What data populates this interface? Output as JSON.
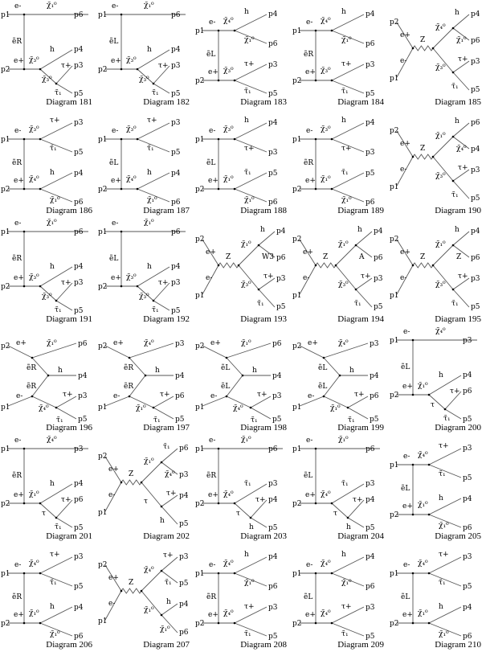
{
  "diagrams": [
    {
      "caption": "Diagram 181",
      "template": "tchan",
      "labels": [
        "p1",
        "e-",
        "χ̃₁⁰",
        "p6",
        "ẽR",
        "e+",
        "p2",
        "χ̃₃⁰",
        "h",
        "p4",
        "χ̃₃⁰",
        "τ+",
        "p3",
        "τ̃₁",
        "p5"
      ]
    },
    {
      "caption": "Diagram 182",
      "template": "tchan",
      "labels": [
        "p1",
        "e-",
        "χ̃₁⁰",
        "p6",
        "ẽL",
        "e+",
        "p2",
        "χ̃₃⁰",
        "h",
        "p4",
        "χ̃₃⁰",
        "τ+",
        "p3",
        "τ̃₁",
        "p5"
      ]
    },
    {
      "caption": "Diagram 183",
      "template": "double",
      "labels": [
        "p1",
        "e-",
        "χ̃₄⁰",
        "h",
        "p4",
        "χ̃₁⁰",
        "p6",
        "ẽL",
        "e+",
        "p2",
        "χ̃₃⁰",
        "τ+",
        "p3",
        "τ̃₁",
        "p5"
      ]
    },
    {
      "caption": "Diagram 184",
      "template": "double",
      "labels": [
        "p1",
        "e-",
        "χ̃₄⁰",
        "h",
        "p4",
        "χ̃₁⁰",
        "p6",
        "ẽR",
        "e+",
        "p2",
        "χ̃₃⁰",
        "τ+",
        "p3",
        "τ̃₁",
        "p5"
      ]
    },
    {
      "caption": "Diagram 185",
      "template": "schan",
      "labels": [
        "p2",
        "e+",
        "e-",
        "p1",
        "Z",
        "χ̃₄⁰",
        "h",
        "p4",
        "χ̃₁⁰",
        "p6",
        "χ̃₃⁰",
        "τ+",
        "p3",
        "τ̃₁",
        "p5"
      ]
    },
    {
      "caption": "Diagram 186",
      "template": "double",
      "labels": [
        "p1",
        "e-",
        "χ̃₃⁰",
        "τ+",
        "p3",
        "τ̃₁",
        "p5",
        "ẽR",
        "e+",
        "p2",
        "χ̃₄⁰",
        "h",
        "p4",
        "χ̃₁⁰",
        "p6"
      ]
    },
    {
      "caption": "Diagram 187",
      "template": "double",
      "labels": [
        "p1",
        "e-",
        "χ̃₃⁰",
        "τ+",
        "p3",
        "τ̃₁",
        "p5",
        "ẽL",
        "e+",
        "p2",
        "χ̃₄⁰",
        "h",
        "p4",
        "χ̃₁⁰",
        "p6"
      ]
    },
    {
      "caption": "Diagram 188",
      "template": "double",
      "labels": [
        "p1",
        "e-",
        "χ̃₃⁰",
        "h",
        "p4",
        "τ+",
        "p3",
        "ẽL",
        "e+",
        "p2",
        "χ̃₁⁰",
        "τ̃₁",
        "p5",
        "χ̃₁⁰",
        "p6"
      ]
    },
    {
      "caption": "Diagram 189",
      "template": "double",
      "labels": [
        "p1",
        "e-",
        "χ̃₃⁰",
        "h",
        "p4",
        "τ+",
        "p3",
        "ẽR",
        "e+",
        "p2",
        "χ̃₁⁰",
        "τ̃₁",
        "p5",
        "χ̃₁⁰",
        "p6"
      ]
    },
    {
      "caption": "Diagram 190",
      "template": "schan",
      "labels": [
        "p2",
        "e+",
        "e-",
        "p1",
        "Z",
        "χ̃₁⁰",
        "h",
        "p6",
        "χ̃₄⁰",
        "p4",
        "χ̃₃⁰",
        "τ+",
        "p3",
        "τ̃₁",
        "p5"
      ]
    },
    {
      "caption": "Diagram 191",
      "template": "tchan",
      "labels": [
        "p1",
        "e-",
        "χ̃₁⁰",
        "p6",
        "ẽR",
        "e+",
        "p2",
        "χ̃₃⁰",
        "h",
        "p4",
        "χ̃₃⁰",
        "τ+",
        "p3",
        "τ̃₁",
        "p5"
      ]
    },
    {
      "caption": "Diagram 192",
      "template": "tchan",
      "labels": [
        "p1",
        "e-",
        "χ̃₁⁰",
        "p6",
        "ẽL",
        "e+",
        "p2",
        "χ̃₃⁰",
        "h",
        "p4",
        "χ̃₃⁰",
        "τ+",
        "p3",
        "τ̃₁",
        "p5"
      ]
    },
    {
      "caption": "Diagram 193",
      "template": "schan",
      "labels": [
        "p2",
        "e+",
        "e-",
        "p1",
        "Z",
        "χ̃₁⁰",
        "h",
        "p4",
        "W3",
        "p6",
        "χ̃₃⁰",
        "τ+",
        "p3",
        "τ̃₁",
        "p5"
      ]
    },
    {
      "caption": "Diagram 194",
      "template": "schan",
      "labels": [
        "p2",
        "e+",
        "e-",
        "p1",
        "Z",
        "χ̃₁⁰",
        "h",
        "p4",
        "A",
        "p6",
        "χ̃₃⁰",
        "τ+",
        "p3",
        "τ̃₁",
        "p5"
      ]
    },
    {
      "caption": "Diagram 195",
      "template": "schan",
      "labels": [
        "p2",
        "e+",
        "e-",
        "p1",
        "Z",
        "χ̃₁⁰",
        "h",
        "p4",
        "Z",
        "p6",
        "χ̃₃⁰",
        "τ+",
        "p3",
        "τ̃₁",
        "p5"
      ]
    },
    {
      "caption": "Diagram 196",
      "template": "fan",
      "labels": [
        "p2",
        "e+",
        "χ̃₁⁰",
        "p6",
        "ẽR",
        "h",
        "p4",
        "ẽR",
        "e-",
        "p1",
        "χ̃₄⁰",
        "τ+",
        "p3",
        "τ̃₁",
        "p5"
      ]
    },
    {
      "caption": "Diagram 197",
      "template": "fan",
      "labels": [
        "p2",
        "e+",
        "χ̃₄⁰",
        "p3",
        "ẽR",
        "h",
        "p4",
        "ẽR",
        "e-",
        "p1",
        "χ̃₁⁰",
        "τ+",
        "p6",
        "τ̃₁",
        "p5"
      ]
    },
    {
      "caption": "Diagram 198",
      "template": "fan",
      "labels": [
        "p2",
        "e+",
        "χ̃₁⁰",
        "p6",
        "ẽL",
        "h",
        "p4",
        "ẽL",
        "e-",
        "p1",
        "χ̃₄⁰",
        "τ+",
        "p3",
        "τ̃₁",
        "p5"
      ]
    },
    {
      "caption": "Diagram 199",
      "template": "fan",
      "labels": [
        "p2",
        "e+",
        "χ̃₄⁰",
        "p3",
        "ẽL",
        "h",
        "p4",
        "ẽL",
        "e-",
        "p1",
        "χ̃₁⁰",
        "τ+",
        "p6",
        "τ̃₁",
        "p5"
      ]
    },
    {
      "caption": "Diagram 200",
      "template": "tchan",
      "labels": [
        "p1",
        "e-",
        "χ̃₄⁰",
        "p3",
        "ẽL",
        "e+",
        "p2",
        "χ̃₁⁰",
        "h",
        "p4",
        "τ",
        "τ+",
        "p6",
        "τ̃₁",
        "p5"
      ]
    },
    {
      "caption": "Diagram 201",
      "template": "tchan",
      "labels": [
        "p1",
        "e-",
        "χ̃₄⁰",
        "p3",
        "ẽR",
        "e+",
        "p2",
        "χ̃₁⁰",
        "h",
        "p4",
        "τ",
        "τ+",
        "p6",
        "τ̃₁",
        "p5"
      ]
    },
    {
      "caption": "Diagram 202",
      "template": "schan",
      "labels": [
        "p2",
        "e+",
        "e-",
        "p1",
        "Z",
        "χ̃₁⁰",
        "τ̃₁",
        "p6",
        "χ̃₄⁰",
        "p3",
        "τ",
        "τ+",
        "p4",
        "h",
        "p5"
      ]
    },
    {
      "caption": "Diagram 203",
      "template": "tchan",
      "labels": [
        "p1",
        "e-",
        "χ̃₁⁰",
        "p6",
        "ẽR",
        "e+",
        "p2",
        "χ̃₄⁰",
        "τ̃₁",
        "p3",
        "τ",
        "τ+",
        "p4",
        "h",
        "p5"
      ]
    },
    {
      "caption": "Diagram 204",
      "template": "tchan",
      "labels": [
        "p1",
        "e-",
        "χ̃₁⁰",
        "p6",
        "ẽL",
        "e+",
        "p2",
        "χ̃₄⁰",
        "τ̃₁",
        "p3",
        "τ",
        "τ+",
        "p4",
        "h",
        "p5"
      ]
    },
    {
      "caption": "Diagram 205",
      "template": "double",
      "labels": [
        "p1",
        "e-",
        "χ̃₄⁰",
        "τ+",
        "p3",
        "τ̃₁",
        "p5",
        "ẽL",
        "e+",
        "p2",
        "χ̃₁⁰",
        "h",
        "p4",
        "χ̃₁⁰",
        "p6"
      ]
    },
    {
      "caption": "Diagram 206",
      "template": "double",
      "labels": [
        "p1",
        "e-",
        "χ̃₄⁰",
        "τ+",
        "p3",
        "τ̃₁",
        "p5",
        "ẽR",
        "e+",
        "p2",
        "χ̃₁⁰",
        "h",
        "p4",
        "χ̃₁⁰",
        "p6"
      ]
    },
    {
      "caption": "Diagram 207",
      "template": "schan",
      "labels": [
        "p2",
        "e+",
        "e-",
        "p1",
        "Z",
        "χ̃₄⁰",
        "τ+",
        "p3",
        "τ̃₁",
        "p5",
        "χ̃₁⁰",
        "h",
        "p4",
        "χ̃₁⁰",
        "p6"
      ]
    },
    {
      "caption": "Diagram 208",
      "template": "double",
      "labels": [
        "p1",
        "e-",
        "χ̃₄⁰",
        "h",
        "p4",
        "χ̃₁⁰",
        "p6",
        "ẽR",
        "e+",
        "p2",
        "χ̃₄⁰",
        "τ+",
        "p3",
        "τ̃₁",
        "p5"
      ]
    },
    {
      "caption": "Diagram 209",
      "template": "double",
      "labels": [
        "p1",
        "e-",
        "χ̃₄⁰",
        "h",
        "p4",
        "χ̃₁⁰",
        "p6",
        "ẽL",
        "e+",
        "p2",
        "χ̃₄⁰",
        "τ+",
        "p3",
        "τ̃₁",
        "p5"
      ]
    },
    {
      "caption": "Diagram 210",
      "template": "double",
      "labels": [
        "p1",
        "e-",
        "χ̃₄⁰",
        "τ+",
        "p3",
        "τ̃₁",
        "p5",
        "ẽL",
        "e+",
        "p2",
        "χ̃₁⁰",
        "h",
        "p4",
        "χ̃₁⁰",
        "p6"
      ]
    }
  ]
}
